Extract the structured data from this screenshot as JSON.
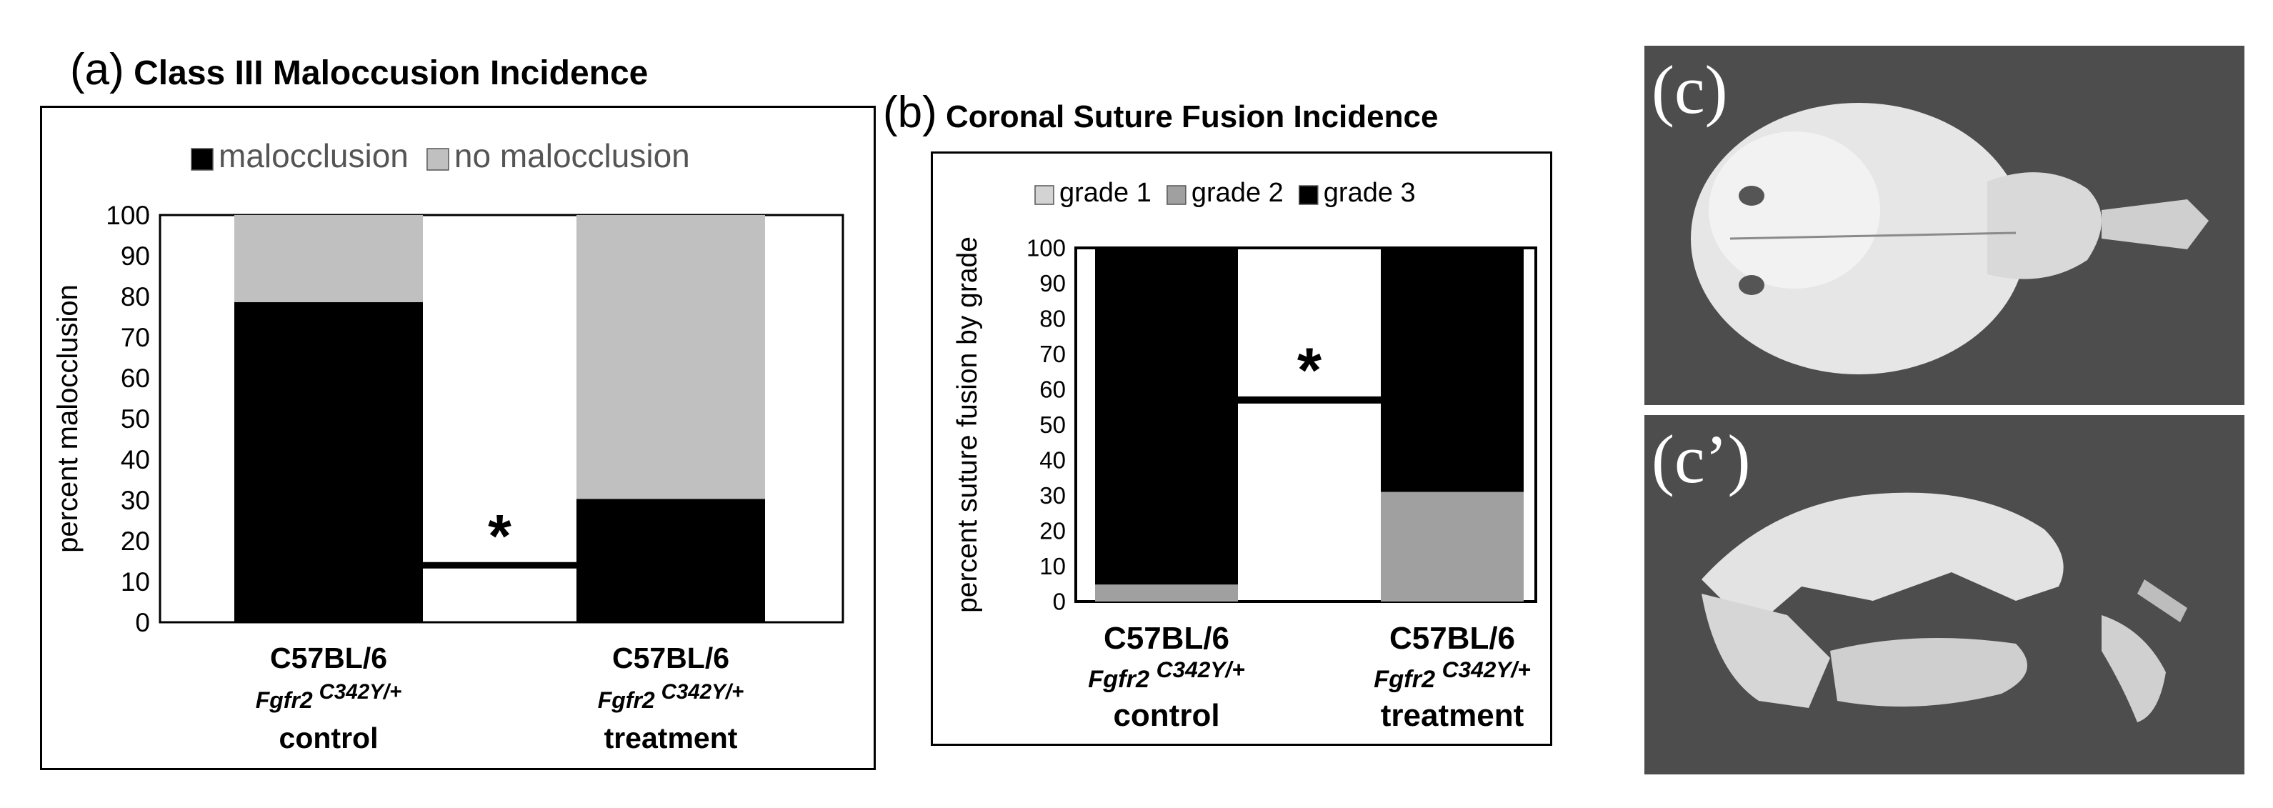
{
  "panel_a": {
    "letter": "(a)",
    "title": "Class III Maloccusion Incidence",
    "chart_data": {
      "type": "bar",
      "stacked": true,
      "ylabel": "percent malocclusion",
      "ylim": [
        0,
        100
      ],
      "yticks": [
        0,
        10,
        20,
        30,
        40,
        50,
        60,
        70,
        80,
        90,
        100
      ],
      "categories": [
        {
          "line1": "C57BL/6",
          "line2_base": "Fgfr2",
          "line2_sup": "C342Y/+",
          "line3": "control"
        },
        {
          "line1": "C57BL/6",
          "line2_base": "Fgfr2",
          "line2_sup": "C342Y/+",
          "line3": "treatment"
        }
      ],
      "series": [
        {
          "name": "malocclusion",
          "color": "#000000",
          "values": [
            78.6,
            30.3
          ]
        },
        {
          "name": "no malocclusion",
          "color": "#c0c0c0",
          "values": [
            21.4,
            69.7
          ]
        }
      ],
      "significance": {
        "marker": "*",
        "bracket_y": 14
      },
      "legend_position": "top"
    }
  },
  "panel_b": {
    "letter": "(b)",
    "title": "Coronal Suture Fusion Incidence",
    "chart_data": {
      "type": "bar",
      "stacked": true,
      "ylabel": "percent suture fusion by grade",
      "ylim": [
        0,
        100
      ],
      "yticks": [
        0,
        10,
        20,
        30,
        40,
        50,
        60,
        70,
        80,
        90,
        100
      ],
      "categories": [
        {
          "line1": "C57BL/6",
          "line2_base": "Fgfr2",
          "line2_sup": "C342Y/+",
          "line3": "control"
        },
        {
          "line1": "C57BL/6",
          "line2_base": "Fgfr2",
          "line2_sup": "C342Y/+",
          "line3": "treatment"
        }
      ],
      "series": [
        {
          "name": "grade 1",
          "color": "#d3d3d3",
          "values": [
            0,
            0
          ]
        },
        {
          "name": "grade 2",
          "color": "#a0a0a0",
          "values": [
            4.8,
            31
          ]
        },
        {
          "name": "grade 3",
          "color": "#000000",
          "values": [
            95.2,
            69
          ]
        }
      ],
      "significance": {
        "marker": "*",
        "bracket_y": 57
      },
      "legend_position": "top"
    }
  },
  "panel_c": {
    "label_top": "(c)",
    "label_bottom": "(c’)"
  }
}
